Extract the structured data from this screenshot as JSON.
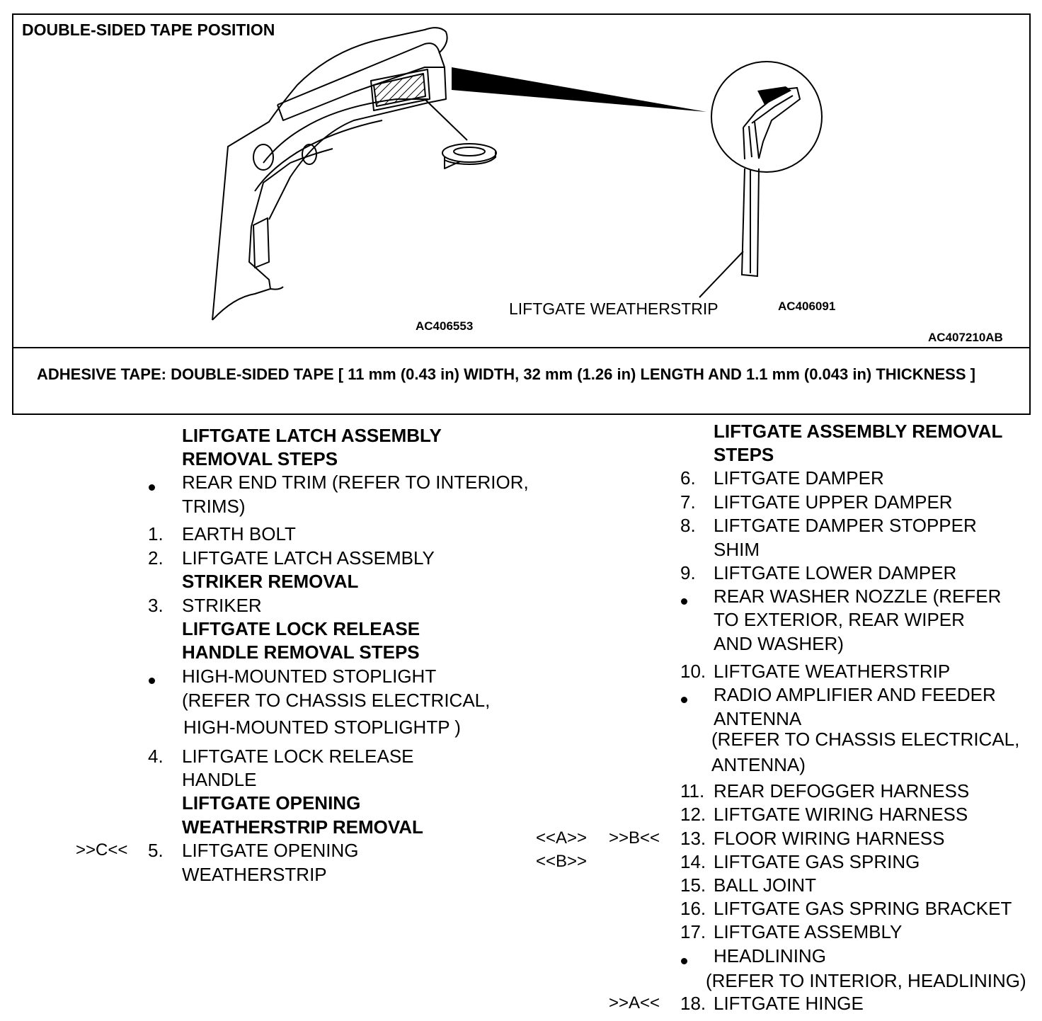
{
  "figure": {
    "title": "DOUBLE-SIDED TAPE POSITION",
    "callout_weatherstrip": "LIFTGATE WEATHERSTRIP",
    "code_left": "AC406553",
    "code_right": "AC406091",
    "code_figure": "AC407210AB",
    "note": "ADHESIVE TAPE: DOUBLE-SIDED TAPE [ 11 mm (0.43 in) WIDTH, 32 mm (1.26 in) LENGTH AND 1.1 mm (0.043 in) THICKNESS ]"
  },
  "left_column": {
    "heading_latch_1": "LIFTGATE LATCH ASSEMBLY",
    "heading_latch_2": "REMOVAL STEPS",
    "bullet_rear_trim_1": "REAR END TRIM (REFER TO INTERIOR,",
    "bullet_rear_trim_2": "TRIMS)",
    "item1_num": "1.",
    "item1": "EARTH BOLT",
    "item2_num": "2.",
    "item2": "LIFTGATE LATCH ASSEMBLY",
    "heading_striker": "STRIKER REMOVAL",
    "item3_num": "3.",
    "item3": "STRIKER",
    "heading_lock_1": "LIFTGATE LOCK RELEASE",
    "heading_lock_2": "HANDLE REMOVAL STEPS",
    "bullet_stop_1": "HIGH-MOUNTED STOPLIGHT",
    "bullet_stop_2": "(REFER TO CHASSIS ELECTRICAL,",
    "bullet_stop_3": "HIGH-MOUNTED STOPLIGHTP )",
    "item4_num": "4.",
    "item4_1": "LIFTGATE LOCK RELEASE",
    "item4_2": "HANDLE",
    "heading_open_1": "LIFTGATE OPENING",
    "heading_open_2": "WEATHERSTRIP REMOVAL",
    "item5_marker": ">>C<<",
    "item5_num": "5.",
    "item5_1": "LIFTGATE OPENING",
    "item5_2": "WEATHERSTRIP"
  },
  "right_column": {
    "heading_1": "LIFTGATE ASSEMBLY REMOVAL",
    "heading_2": "STEPS",
    "item6_num": "6.",
    "item6": "LIFTGATE DAMPER",
    "item7_num": "7.",
    "item7": "LIFTGATE UPPER DAMPER",
    "item8_num": "8.",
    "item8_1": "LIFTGATE DAMPER STOPPER",
    "item8_2": "SHIM",
    "item9_num": "9.",
    "item9": "LIFTGATE LOWER DAMPER",
    "bullet_washer_1": "REAR WASHER NOZZLE (REFER",
    "bullet_washer_2": "TO EXTERIOR, REAR WIPER",
    "bullet_washer_3": "AND WASHER)",
    "item10_num": "10.",
    "item10": "LIFTGATE WEATHERSTRIP",
    "bullet_radio_1": "RADIO AMPLIFIER AND FEEDER",
    "bullet_radio_2": "ANTENNA",
    "bullet_radio_3": "(REFER TO CHASSIS ELECTRICAL,",
    "bullet_radio_4": "ANTENNA)",
    "item11_num": "11.",
    "item11": "REAR DEFOGGER HARNESS",
    "item12_num": "12.",
    "item12": "LIFTGATE WIRING HARNESS",
    "item13_marker_a": "<<A>>",
    "item13_marker_b": ">>B<<",
    "item13_num": "13.",
    "item13": "FLOOR WIRING HARNESS",
    "item14_marker": "<<B>>",
    "item14_num": "14.",
    "item14": "LIFTGATE GAS SPRING",
    "item15_num": "15.",
    "item15": "BALL JOINT",
    "item16_num": "16.",
    "item16": "LIFTGATE GAS SPRING BRACKET",
    "item17_num": "17.",
    "item17": "LIFTGATE ASSEMBLY",
    "bullet_head_1": "HEADLINING",
    "bullet_head_2": "(REFER TO INTERIOR, HEADLINING)",
    "item18_marker": ">>A<<",
    "item18_num": "18.",
    "item18": "LIFTGATE HINGE"
  }
}
